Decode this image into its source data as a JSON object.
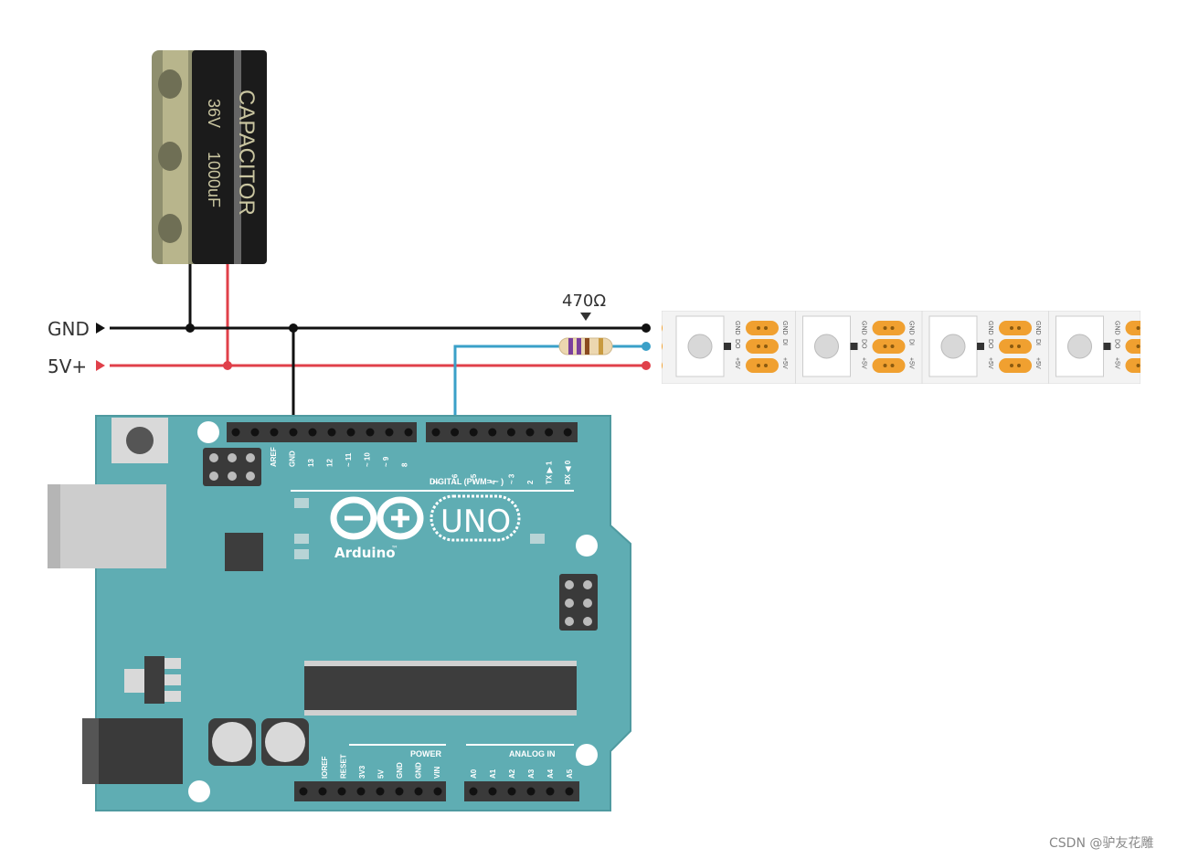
{
  "rails": {
    "gnd_label": "GND",
    "vcc_label": "5V+"
  },
  "capacitor": {
    "brand": "CAPACITOR",
    "voltage": "36V",
    "capacitance": "1000uF"
  },
  "resistor": {
    "value": "470Ω"
  },
  "strip": {
    "pad_labels": [
      "GND",
      "DI",
      "+5V"
    ],
    "out_labels": [
      "GND",
      "DO",
      "+5V"
    ],
    "in_labels": [
      "GND",
      "DI",
      "+5V"
    ]
  },
  "arduino": {
    "logo_text": "UNO",
    "brand": "Arduino",
    "trademark": "™",
    "top_left_pins": [
      "AREF",
      "GND",
      "13",
      "12",
      "~ 11",
      "~ 10",
      "~ 9",
      "8"
    ],
    "top_right_pins": [
      "7",
      "~ 6",
      "~ 5",
      "4",
      "~ 3",
      "2",
      "TX ▶ 1",
      "RX ◀ 0"
    ],
    "digital_label": "DIGITAL (PWM= ~ )",
    "power_label": "POWER",
    "power_pins": [
      "IOREF",
      "RESET",
      "3V3",
      "5V",
      "GND",
      "GND",
      "VIN"
    ],
    "analog_label": "ANALOG IN",
    "analog_pins": [
      "A0",
      "A1",
      "A2",
      "A3",
      "A4",
      "A5"
    ]
  },
  "watermark": "CSDN @驴友花雕",
  "colors": {
    "gnd_wire": "#111111",
    "vcc_wire": "#e0404a",
    "data_wire": "#3aa0c8",
    "board": "#5fadb3",
    "pad": "#f0a030"
  }
}
